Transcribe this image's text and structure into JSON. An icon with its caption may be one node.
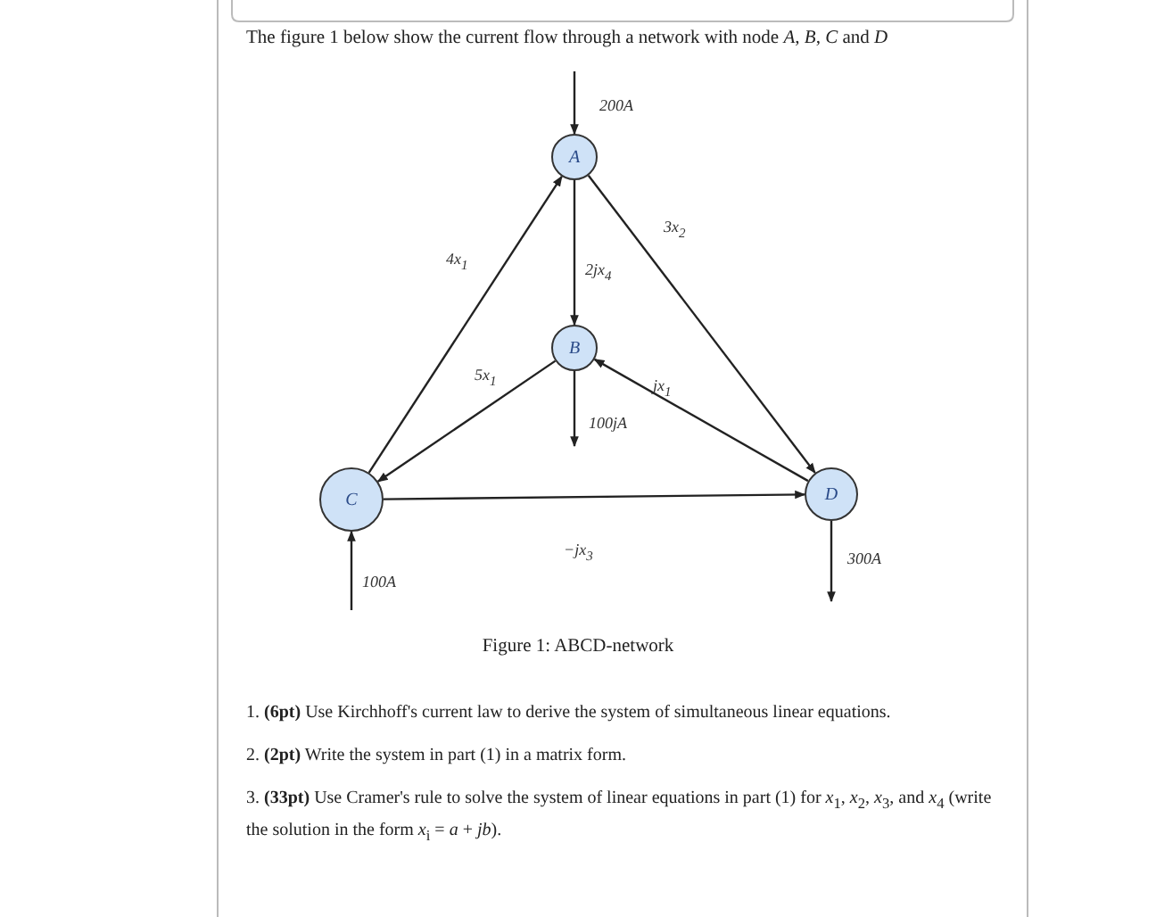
{
  "diagram": {
    "title": "The figure 1 below show the current flow through a network with node *A*, *B*, *C* and *D*",
    "caption": "Figure 1: ABCD-network",
    "nodes": [
      {
        "text": [
          "A"
        ]
      },
      {
        "text": [
          "B"
        ]
      },
      {
        "text": [
          "C"
        ]
      },
      {
        "text": [
          "D"
        ]
      }
    ],
    "edges": [
      {
        "from": null,
        "to": 0,
        "arrow": "to",
        "label": "200A"
      },
      {
        "from": 2,
        "to": 0,
        "arrow": "to",
        "label": "4x$_{1}$"
      },
      {
        "from": 0,
        "to": 3,
        "arrow": "to",
        "label": "3x$_{2}$"
      },
      {
        "from": 0,
        "to": 1,
        "arrow": "to",
        "label": "2jx$_{4}$"
      },
      {
        "from": 1,
        "to": 2,
        "arrow": "to",
        "label": "5x$_{1}$"
      },
      {
        "from": 3,
        "to": 1,
        "arrow": "to",
        "label": "jx$_{1}$"
      },
      {
        "from": 1,
        "to": null,
        "arrow": "to",
        "label": "100jA"
      },
      {
        "from": 2,
        "to": 3,
        "arrow": "to",
        "label": "−jx$_{3}$"
      },
      {
        "from": null,
        "to": 2,
        "arrow": "to",
        "label": "100A"
      },
      {
        "from": 3,
        "to": null,
        "arrow": "to",
        "label": "300A"
      }
    ],
    "labels": [
      "1. **(6pt)** Use Kirchhoff's current law to derive the system of simultaneous linear equations.",
      "2. **(2pt)** Write the system in part (1) in a matrix form.",
      "3. **(33pt)** Use Cramer's rule to solve the system of linear equations in part (1) for *x*$_{1}$, *x*$_{2}$, *x*$_{3}$, and *x*$_{4}$ (write the solution in the form *x*$_{i}$ = *a* + *jb*)."
    ]
  }
}
